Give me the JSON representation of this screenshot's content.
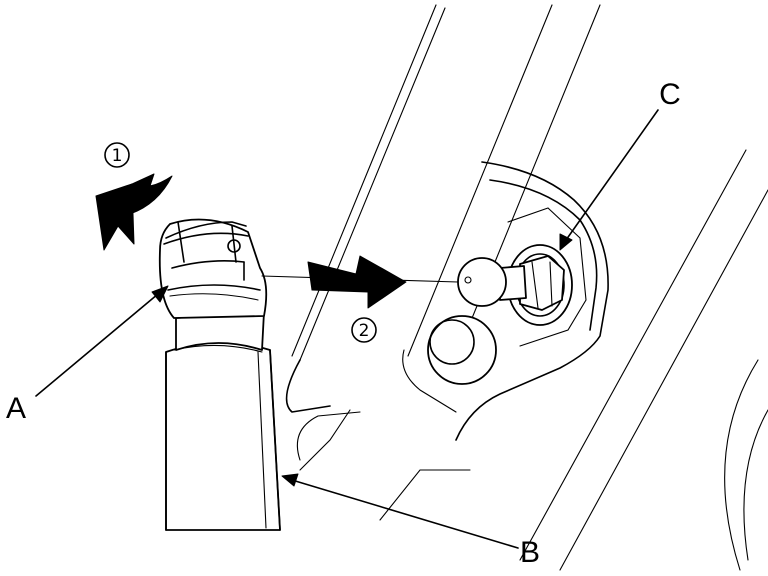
{
  "callouts": {
    "a": "A",
    "b": "B",
    "c": "C"
  },
  "steps": {
    "one": "1",
    "two": "2"
  }
}
